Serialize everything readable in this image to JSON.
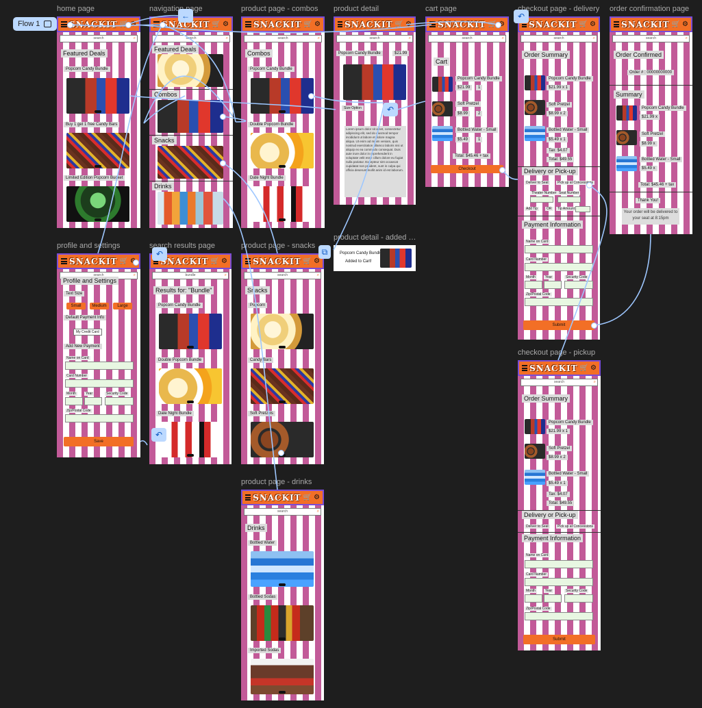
{
  "flow_label": "Flow 1",
  "frames": {
    "home": {
      "title": "home page",
      "search_placeholder": "search",
      "heading": "Featured Deals",
      "items": [
        "Popcorn Candy Bundle",
        "Buy 1 get 1 free Candy Bars",
        "Limited Edition Popcorn Bucket"
      ]
    },
    "navigation": {
      "title": "navigation page",
      "search_placeholder": "search",
      "sections": [
        "Featured Deals",
        "Combos",
        "Snacks",
        "Drinks"
      ]
    },
    "combos": {
      "title": "product page - combos",
      "search_placeholder": "search",
      "heading": "Combos",
      "items": [
        "Popcorn Candy Bundle",
        "Double Popcorn Bundle",
        "Date Night Bundle"
      ]
    },
    "detail": {
      "title": "product detail",
      "search_placeholder": "search",
      "product": "Popcorn Candy Bundle",
      "price": "$21.99",
      "option_label": "Size Option",
      "description": "Lorem ipsum dolor sit amet, consectetur adipiscing elit, sed do eiusmod tempor incididunt ut labore et dolore magna aliqua. Ut enim ad minim veniam, quis nostrud exercitation ullamco laboris nisi ut aliquip ex ea commodo consequat. Duis aute irure dolor in reprehenderit in voluptate velit esse cillum dolore eu fugiat nulla pariatur. Excepteur sint occaecat cupidatat non proident, sunt in culpa qui officia deserunt mollit anim id est laborum."
    },
    "cart": {
      "title": "cart page",
      "search_placeholder": "search",
      "heading": "Cart",
      "items": [
        {
          "name": "Popcorn Candy Bundle",
          "price": "$21.99",
          "qty": "1"
        },
        {
          "name": "Soft Pretzel",
          "price": "$8.99",
          "qty": "2"
        },
        {
          "name": "Bottled Water - Small",
          "price": "$5.49",
          "qty": "1"
        }
      ],
      "total": "Total: $45.46 + tax",
      "checkout": "Checkout"
    },
    "checkout_delivery": {
      "title": "checkout page - delivery",
      "search_placeholder": "search",
      "summary": "Order Summary",
      "items": [
        {
          "name": "Popcorn Candy Bundle",
          "price": "$21.99 x 1"
        },
        {
          "name": "Soft Pretzel",
          "price": "$8.99 x 2"
        },
        {
          "name": "Bottled Water - Small",
          "price": "$5.49 x 1"
        }
      ],
      "tax": "Tax: $4.07",
      "total": "Total: $49.55",
      "delivery_heading": "Delivery or Pick-up",
      "deliver_to_seat": "Deliver to Seat",
      "pickup": "Pick up at Concessions",
      "theater_number": "Theater Number",
      "seat_number": "Seat Number",
      "add_tip": "Add Tip",
      "or_label": "OR",
      "tip_amount": "Tip Amount",
      "payment_heading": "Payment Information",
      "name_on_card": "Name on Card",
      "card_number": "Card Number",
      "month": "Month",
      "year": "Year",
      "security_code": "Security Code",
      "zip": "Zip/Postal Code",
      "submit": "Submit"
    },
    "confirmation": {
      "title": "order confirmation page",
      "search_placeholder": "search",
      "heading": "Order Confirmed",
      "order_no": "Order # : 00000000000",
      "summary": "Summary",
      "items": [
        {
          "name": "Popcorn Candy Bundle",
          "price": "$21.99 x"
        },
        {
          "name": "Soft Pretzel",
          "price": "$8.99 x"
        },
        {
          "name": "Bottled Water - Small",
          "price": "$5.49 x"
        }
      ],
      "total": "Total: $45.46 + tax",
      "thanks": "Thank You!",
      "message": "Your order will be delivered to your seat at 8:15pm"
    },
    "profile": {
      "title": "profile and settings",
      "search_placeholder": "search",
      "heading": "Profile and Settings",
      "text_size": "Text Size",
      "sizes": [
        "Small",
        "Medium",
        "Large"
      ],
      "default_payment": "Default Payment Info",
      "default_value": "My Credit Card",
      "add_payment": "Add New Payment",
      "name_on_card": "Name on Card",
      "card_number": "Card Number",
      "month": "Month",
      "year": "Year",
      "security_code": "Security Code",
      "zip": "Zip/Postal Code",
      "save": "Save"
    },
    "search_results": {
      "title": "search results page",
      "search_value": "bundle",
      "heading": "Results for: \"Bundle\"",
      "items": [
        "Popcorn Candy Bundle",
        "Double Popcorn Bundle",
        "Date Night Bundle"
      ]
    },
    "snacks": {
      "title": "product page - snacks",
      "search_placeholder": "search",
      "heading": "Snacks",
      "items": [
        "Popcorn",
        "Candy Bars",
        "Soft Pretzels"
      ]
    },
    "added": {
      "title": "product detail - added to cart",
      "line1": "Popcorn Candy Bundle",
      "line2": "Added to Cart!"
    },
    "pickup": {
      "title": "checkout page - pickup",
      "search_placeholder": "search",
      "summary": "Order Summary",
      "items": [
        {
          "name": "Popcorn Candy Bundle",
          "price": "$21.99 x 1"
        },
        {
          "name": "Soft Pretzel",
          "price": "$8.99 x 2"
        },
        {
          "name": "Bottled Water - Small",
          "price": "$5.49 x 1"
        }
      ],
      "tax": "Tax: $4.07",
      "total": "Total: $49.55",
      "delivery_heading": "Delivery or Pick-up",
      "deliver_to_seat": "Deliver to Seat",
      "pickup": "Pick up at Concessions",
      "payment_heading": "Payment Information",
      "name_on_card": "Name on Card",
      "card_number": "Card Number",
      "month": "Month",
      "year": "Year",
      "security_code": "Security Code",
      "zip": "Zip/Postal Code",
      "submit": "Submit"
    },
    "drinks": {
      "title": "product page - drinks",
      "search_placeholder": "search",
      "heading": "Drinks",
      "items": [
        "Bottled Water",
        "Bottled Sodas",
        "Imported Sodas"
      ]
    }
  },
  "brand": {
    "logo": "SNACKIT",
    "header_color": "#f26f26",
    "stripe_color": "#c25a98",
    "frame_border": "#7a4cd6",
    "connector_color": "#9ec7ff"
  },
  "icons": {
    "menu": "hamburger-icon",
    "cart": "cart-icon",
    "settings": "gear-icon",
    "back": "back-arrow-icon",
    "search": "search-icon",
    "more": "more-dots-icon"
  }
}
